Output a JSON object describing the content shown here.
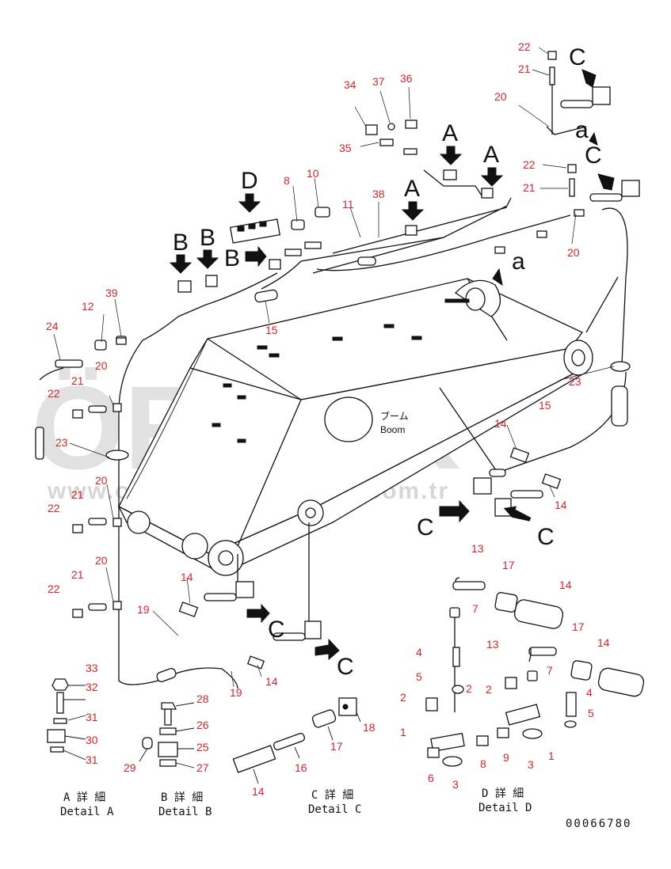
{
  "watermark": {
    "brand": "ÖRNEK",
    "url": "www.orneksismakinalari.com.tr",
    "color": "#c9c9c9"
  },
  "accent_color": "#d0262b",
  "boom_label": {
    "jp": "ブーム",
    "en": "Boom"
  },
  "view_letters": {
    "a": "A",
    "b": "B",
    "c": "C",
    "d": "D",
    "small_a": "a"
  },
  "details": [
    {
      "jp": "A 詳 細",
      "en": "Detail A"
    },
    {
      "jp": "B 詳 細",
      "en": "Detail B"
    },
    {
      "jp": "C 詳 細",
      "en": "Detail C"
    },
    {
      "jp": "D 詳 細",
      "en": "Detail D"
    }
  ],
  "drawing_number": "00066780",
  "callouts": {
    "n1": "1",
    "n2": "2",
    "n3": "3",
    "n4": "4",
    "n5": "5",
    "n6": "6",
    "n7": "7",
    "n8": "8",
    "n9": "9",
    "n10": "10",
    "n11": "11",
    "n12": "12",
    "n13": "13",
    "n14": "14",
    "n15": "15",
    "n16": "16",
    "n17": "17",
    "n18": "18",
    "n19": "19",
    "n20": "20",
    "n21": "21",
    "n22": "22",
    "n23": "23",
    "n24": "24",
    "n25": "25",
    "n26": "26",
    "n27": "27",
    "n28": "28",
    "n29": "29",
    "n30": "30",
    "n31": "31",
    "n32": "32",
    "n33": "33",
    "n34": "34",
    "n35": "35",
    "n36": "36",
    "n37": "37",
    "n38": "38",
    "n39": "39"
  }
}
